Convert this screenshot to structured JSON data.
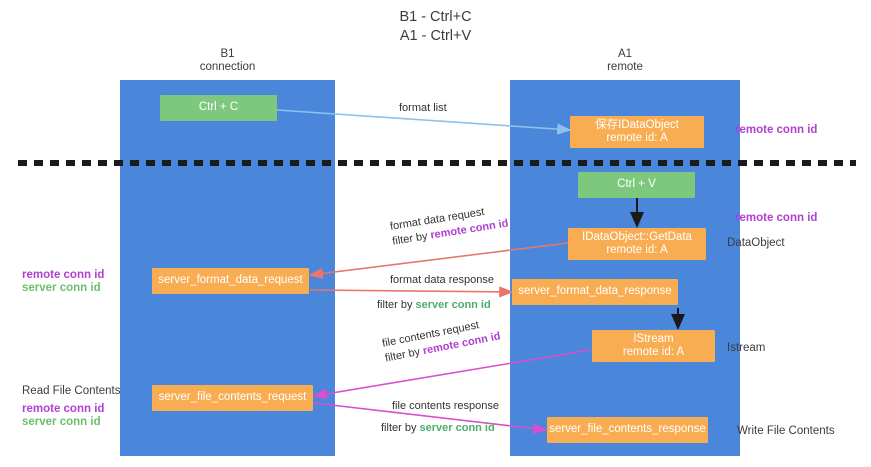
{
  "title": {
    "line1": "B1 - Ctrl+C",
    "line2": "A1 - Ctrl+V"
  },
  "lanes": [
    {
      "id": "b1",
      "heading_line1": "B1",
      "heading_line2": "connection"
    },
    {
      "id": "a1",
      "heading_line1": "A1",
      "heading_line2": "remote"
    }
  ],
  "nodes": {
    "ctrl_c": {
      "line1": "Ctrl + C",
      "color": "#7ec87e"
    },
    "save_idataobject": {
      "line1": "保存IDataObject",
      "line2": "remote id: A",
      "color": "#f9ad52"
    },
    "ctrl_v": {
      "line1": "Ctrl + V",
      "color": "#7ec87e"
    },
    "getdata": {
      "line1": "IDataObject::GetData",
      "line2": "remote id: A",
      "color": "#f9ad52"
    },
    "server_format_data_request": {
      "line1": "server_format_data_request",
      "color": "#f9ad52"
    },
    "server_format_data_response": {
      "line1": "server_format_data_response",
      "color": "#f9ad52"
    },
    "istream": {
      "line1": "IStream",
      "line2": "remote id: A",
      "color": "#f9ad52"
    },
    "server_file_contents_request": {
      "line1": "server_file_contents_request",
      "color": "#f9ad52"
    },
    "server_file_contents_response": {
      "line1": "server_file_contents_response",
      "color": "#f9ad52"
    }
  },
  "edge_labels": {
    "format_list": "format list",
    "format_data_request": "format data request",
    "format_data_request_filter_prefix": "filter by ",
    "format_data_request_filter_key": "remote conn id",
    "format_data_response": "format data response",
    "format_data_response_filter_prefix": "filter by ",
    "format_data_response_filter_key": "server conn id",
    "file_contents_request": "file contents request",
    "file_contents_request_filter_prefix": "filter by ",
    "file_contents_request_filter_key": "remote conn id",
    "file_contents_response": "file contents response",
    "file_contents_response_filter_prefix": "filter by ",
    "file_contents_response_filter_key": "server conn id"
  },
  "annotations": {
    "right_remote_conn_id_top": "remote conn id",
    "right_remote_conn_id_mid": "remote conn id",
    "right_dataobject": "DataObject",
    "right_istream": "Istream",
    "right_write_file_contents": "Write File Contents",
    "left_remote_conn_id": "remote conn id",
    "left_server_conn_id": "server conn id",
    "left_read_file_contents": "Read File Contents",
    "left_remote_conn_id2": "remote conn id",
    "left_server_conn_id2": "server conn id"
  },
  "colors": {
    "lane": "#4a86d9",
    "green_node": "#7ec87e",
    "orange_node": "#f9ad52",
    "remote_conn_id": "#b23fd0",
    "server_conn_id": "#6cbf6c",
    "arrow_light_blue": "#8fc2ea",
    "arrow_red": "#e8766a",
    "arrow_magenta": "#d94fcf",
    "arrow_black": "#1a1a1a",
    "divider": "#1a1a1a"
  }
}
